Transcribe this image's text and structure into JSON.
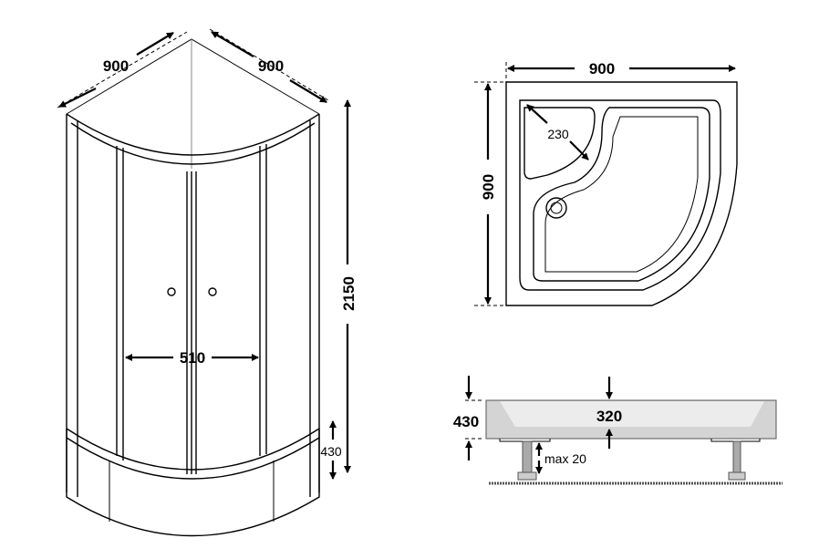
{
  "cabin": {
    "width_left": "900",
    "width_right": "900",
    "height": "2150",
    "door_opening": "510",
    "tray_height": "430"
  },
  "tray_top_view": {
    "width": "900",
    "depth": "900",
    "seat_radius": "230"
  },
  "tray_side_view": {
    "total_height": "430",
    "depth": "320",
    "leg_adjust": "max 20"
  }
}
